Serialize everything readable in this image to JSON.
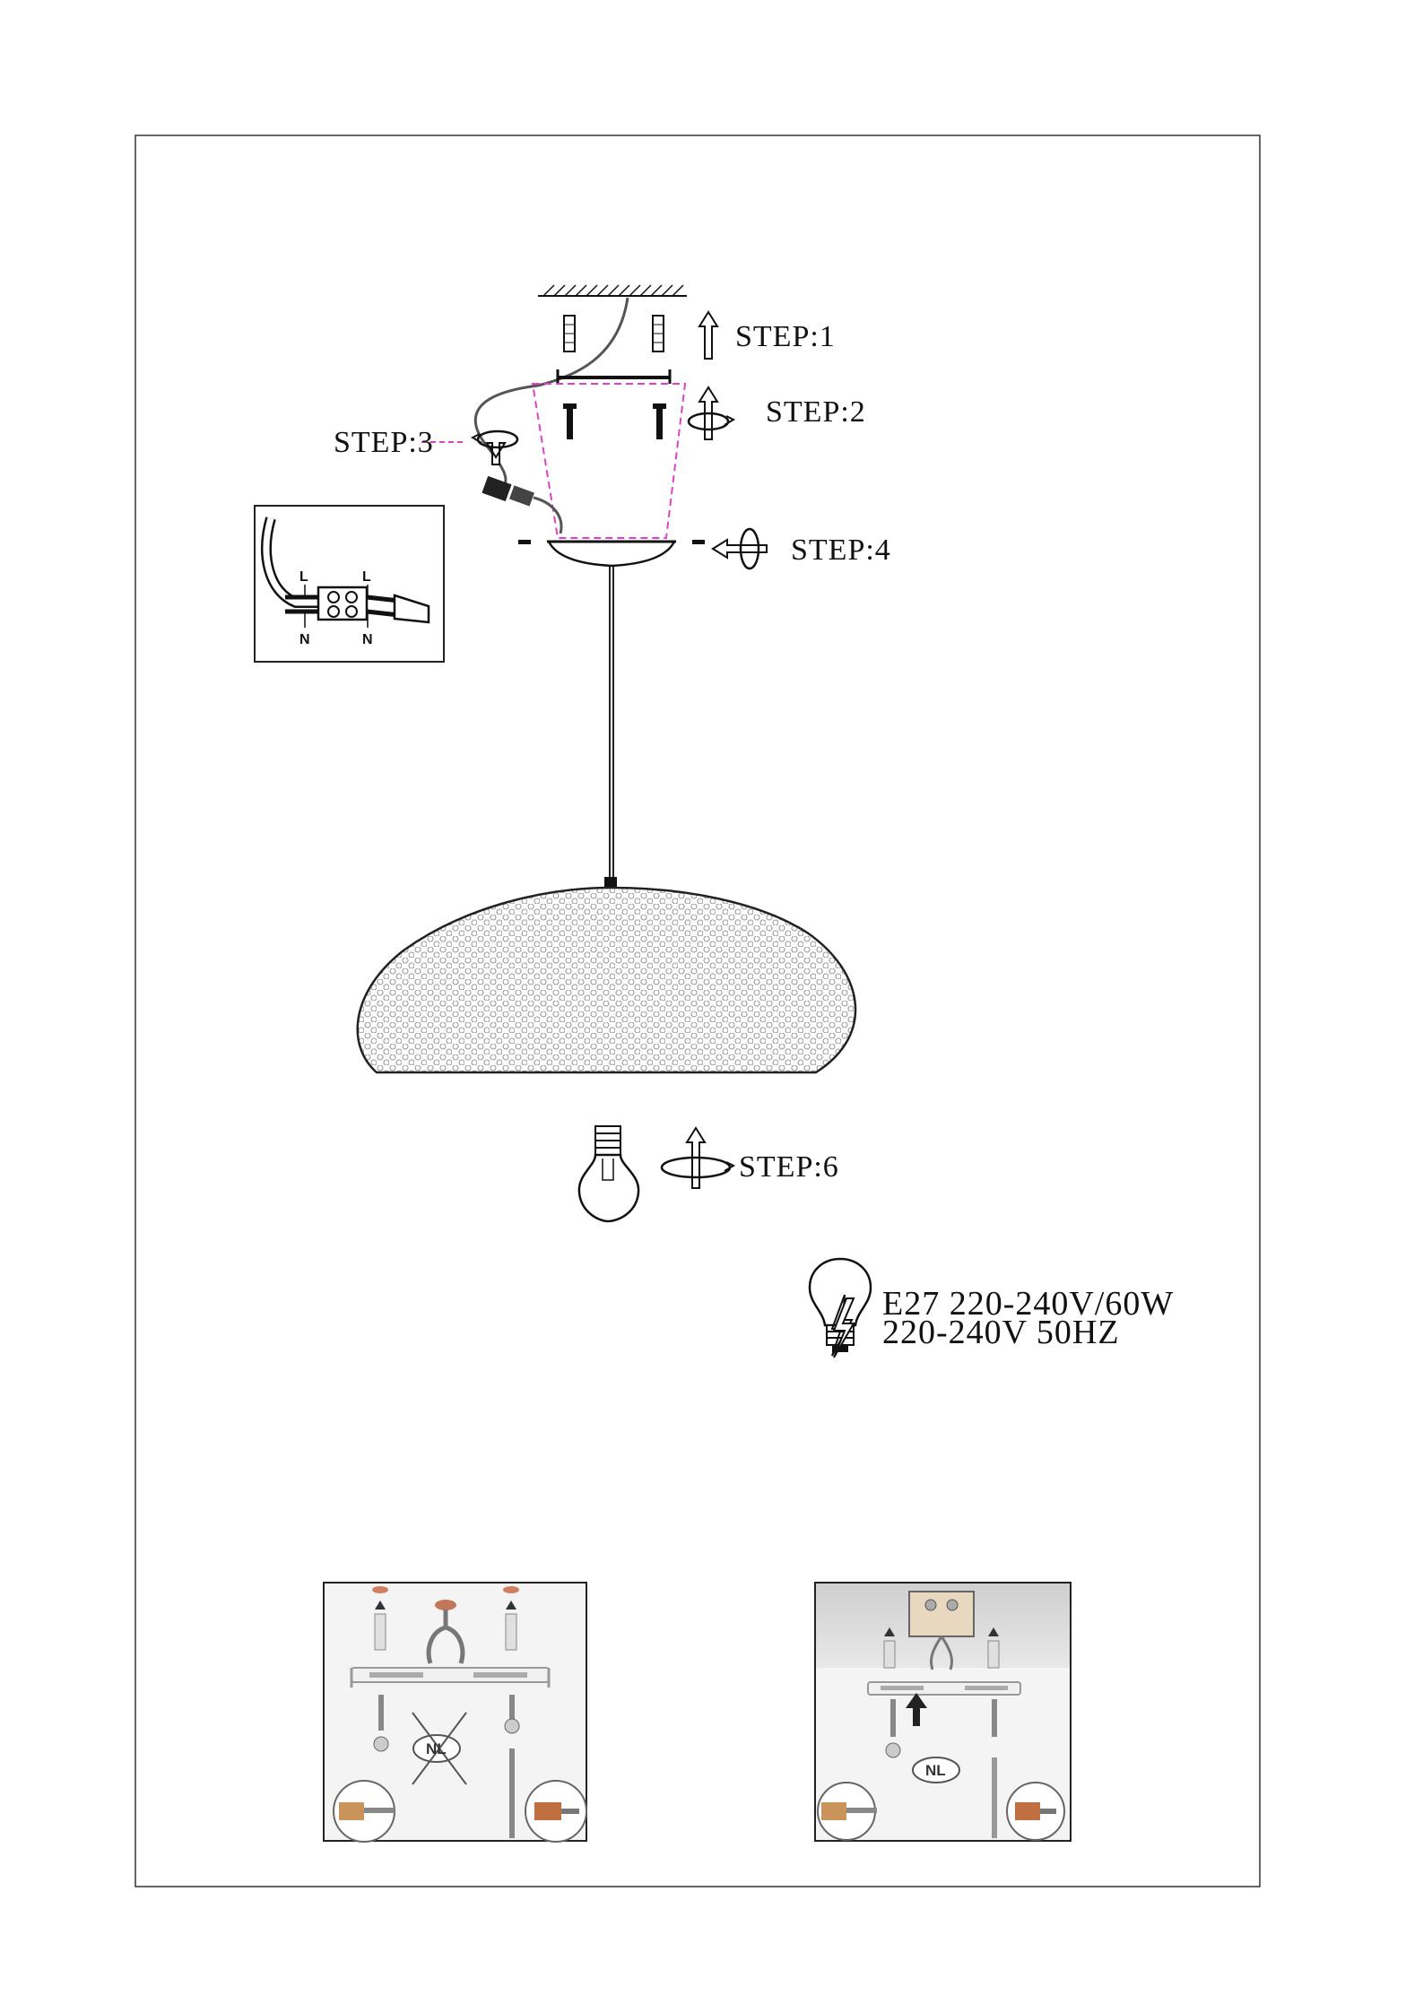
{
  "steps": {
    "step1": "STEP:1",
    "step2": "STEP:2",
    "step3": "STEP:3",
    "step4": "STEP:4",
    "step6": "STEP:6"
  },
  "wiring_inset": {
    "live_label": "L",
    "neutral_label": "N"
  },
  "specs": {
    "bulb": "E27 220-240V/60W",
    "voltage": "220-240V 50HZ"
  },
  "mounting_panels": [
    {
      "badge": "NL",
      "crossed_out": true
    },
    {
      "badge": "NL",
      "crossed_out": false
    }
  ],
  "icons": [
    "up-arrow-icon",
    "rotate-arrow-icon",
    "down-arrow-icon",
    "left-arrow-icon",
    "light-bulb-icon",
    "lightning-icon",
    "screwdriver-icon",
    "drill-icon"
  ]
}
